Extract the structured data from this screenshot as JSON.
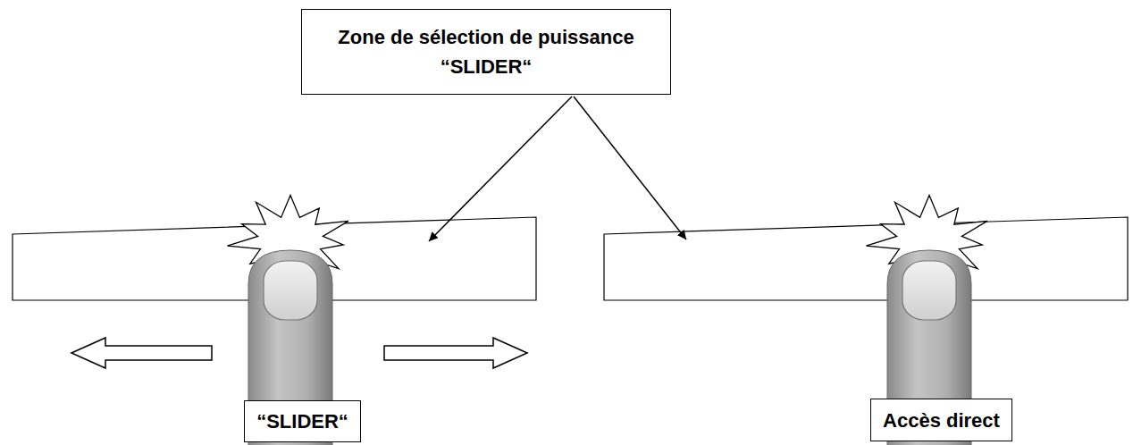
{
  "diagram": {
    "nodes": [
      {
        "text": [
          "Zone de sélection de puissance “SLIDER“"
        ]
      },
      {
        "text": [
          "“SLIDER“"
        ]
      },
      {
        "text": [
          "Accès direct"
        ]
      }
    ]
  }
}
